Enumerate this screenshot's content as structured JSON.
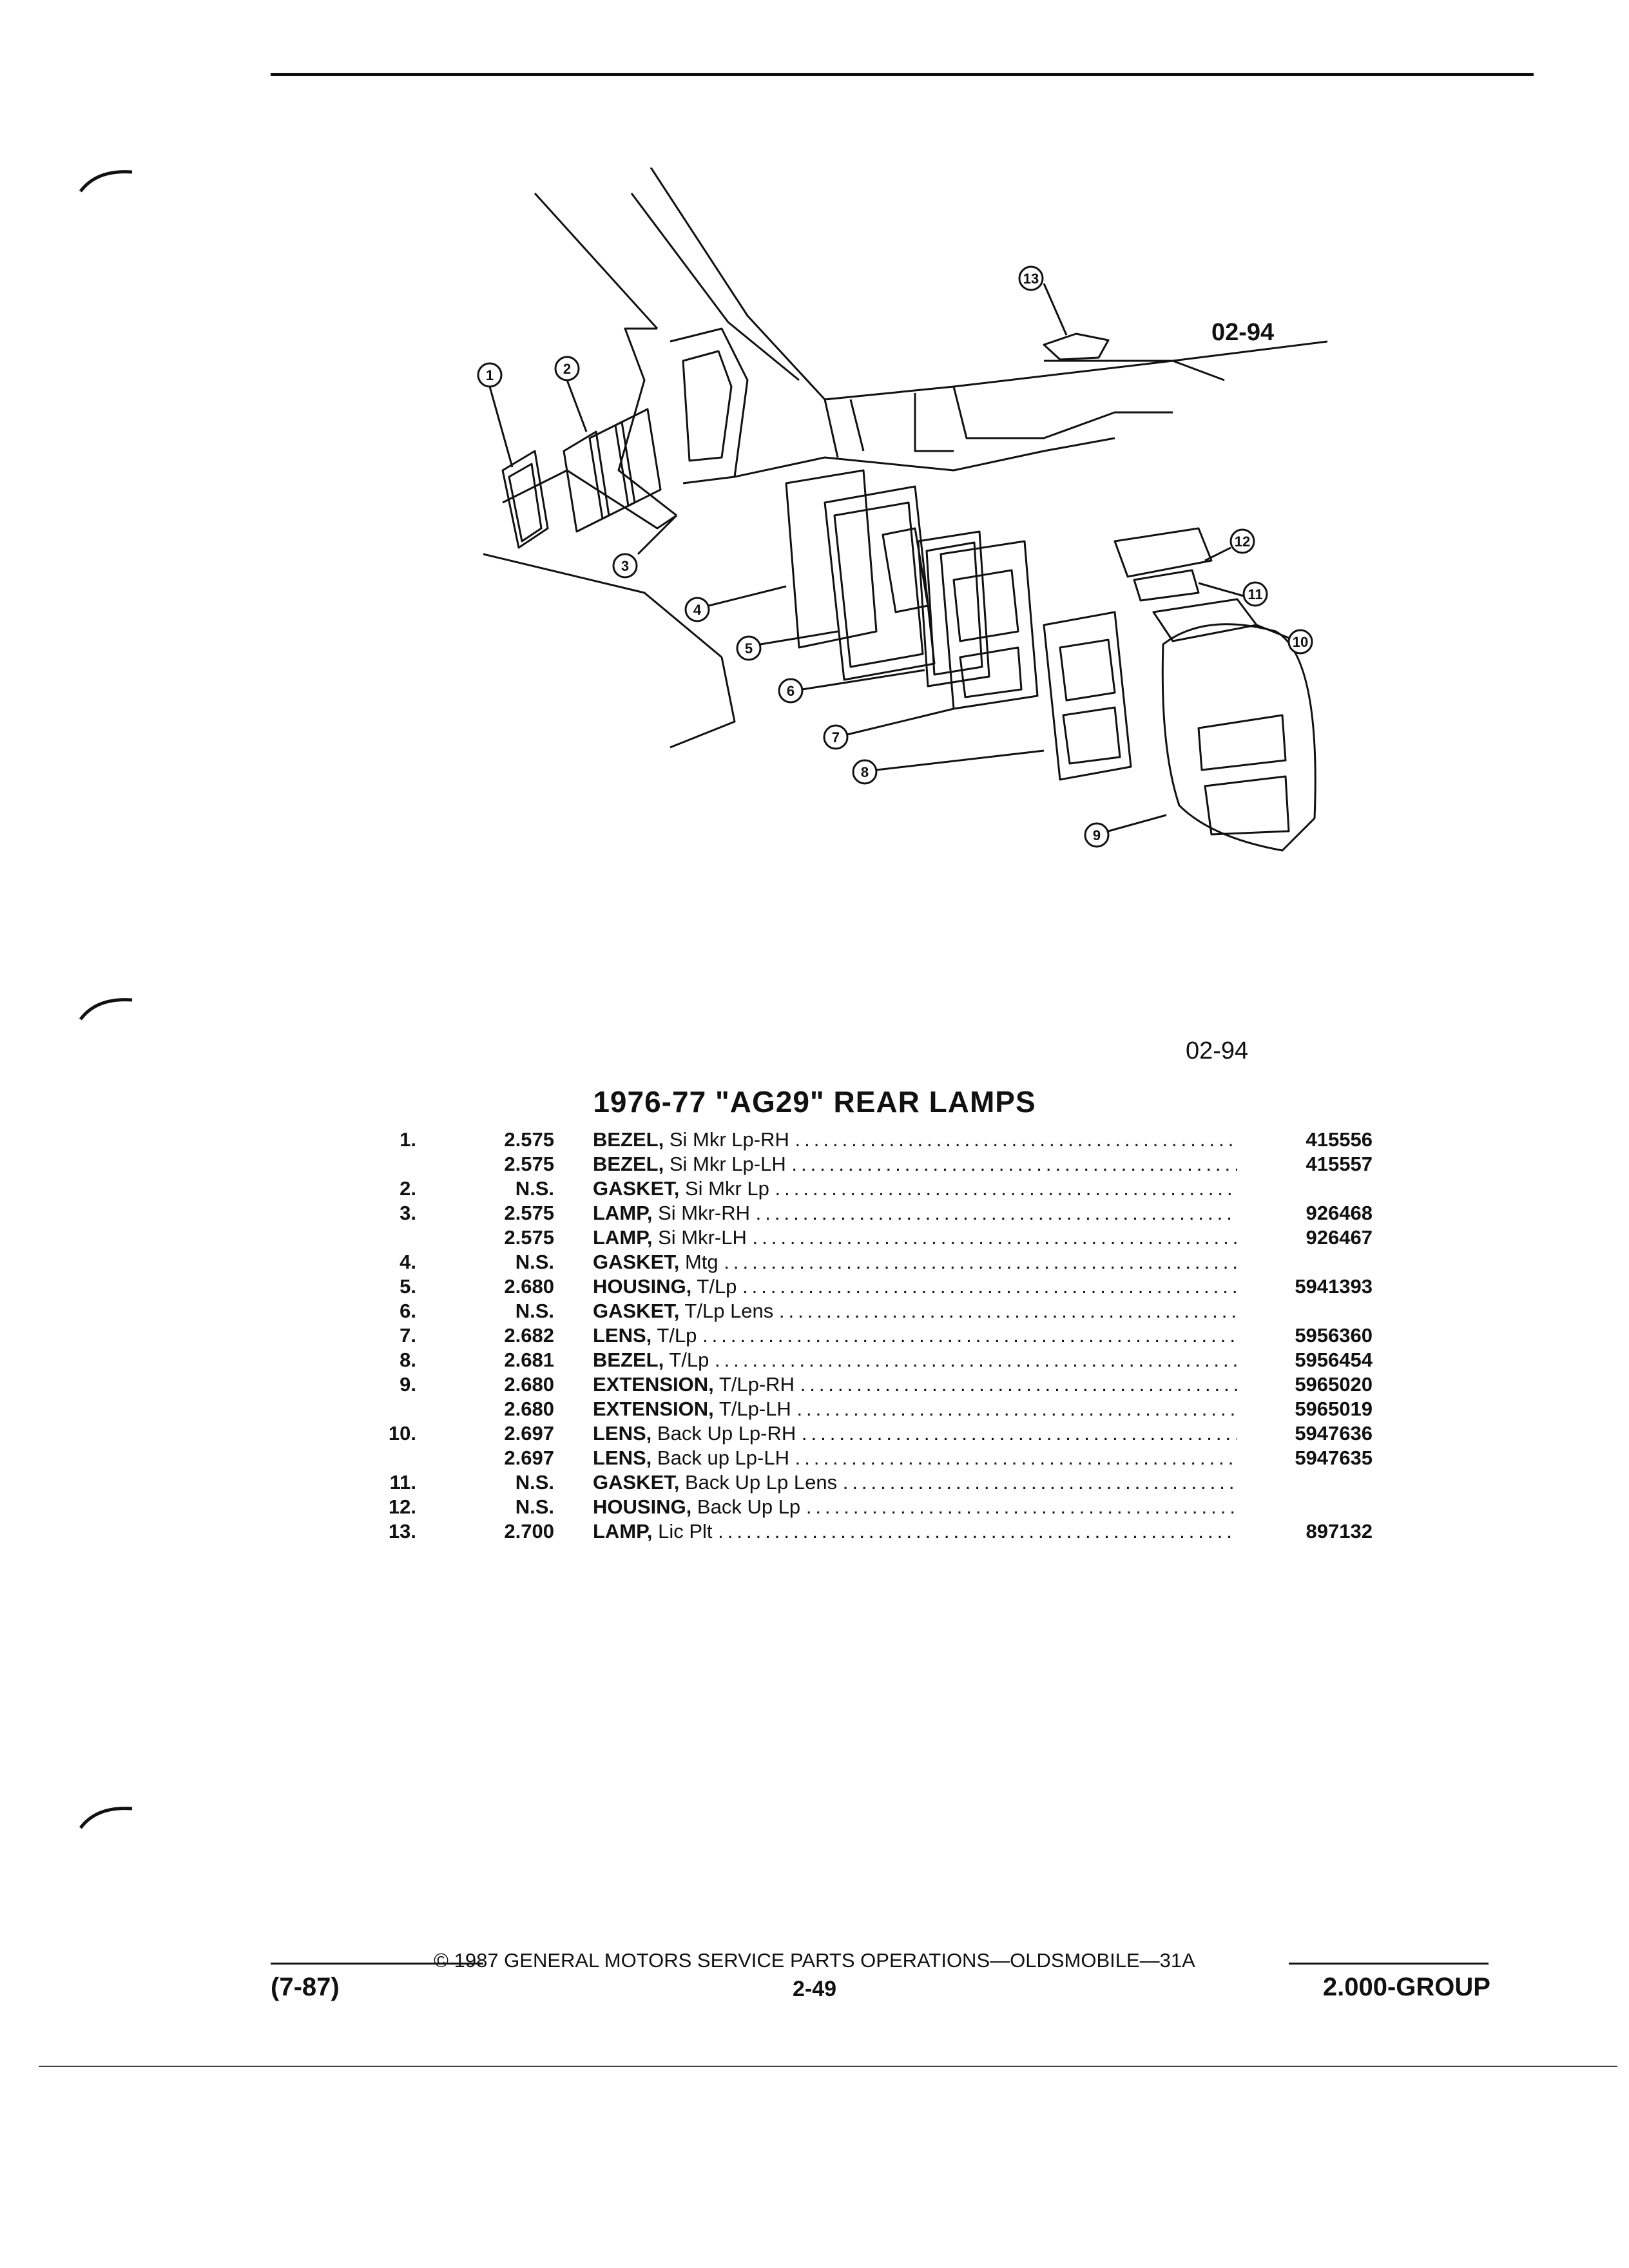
{
  "figure": {
    "code_top": "02-94",
    "code_bottom": "02-94",
    "callouts": [
      "1",
      "2",
      "3",
      "4",
      "5",
      "6",
      "7",
      "8",
      "9",
      "10",
      "11",
      "12",
      "13"
    ]
  },
  "section_title": "1976-77 \"AG29\" REAR LAMPS",
  "parts": [
    {
      "item": "1.",
      "group": "2.575",
      "name": "BEZEL,",
      "spec": "Si Mkr Lp-RH",
      "part_no": "415556"
    },
    {
      "item": "",
      "group": "2.575",
      "name": "BEZEL,",
      "spec": "Si Mkr Lp-LH",
      "part_no": "415557"
    },
    {
      "item": "2.",
      "group": "N.S.",
      "name": "GASKET,",
      "spec": "Si Mkr Lp",
      "part_no": ""
    },
    {
      "item": "3.",
      "group": "2.575",
      "name": "LAMP,",
      "spec": "Si Mkr-RH",
      "part_no": "926468"
    },
    {
      "item": "",
      "group": "2.575",
      "name": "LAMP,",
      "spec": "Si Mkr-LH",
      "part_no": "926467"
    },
    {
      "item": "4.",
      "group": "N.S.",
      "name": "GASKET,",
      "spec": "Mtg",
      "part_no": ""
    },
    {
      "item": "5.",
      "group": "2.680",
      "name": "HOUSING,",
      "spec": "T/Lp",
      "part_no": "5941393"
    },
    {
      "item": "6.",
      "group": "N.S.",
      "name": "GASKET,",
      "spec": "T/Lp Lens",
      "part_no": ""
    },
    {
      "item": "7.",
      "group": "2.682",
      "name": "LENS,",
      "spec": "T/Lp",
      "part_no": "5956360"
    },
    {
      "item": "8.",
      "group": "2.681",
      "name": "BEZEL,",
      "spec": "T/Lp",
      "part_no": "5956454"
    },
    {
      "item": "9.",
      "group": "2.680",
      "name": "EXTENSION,",
      "spec": "T/Lp-RH",
      "part_no": "5965020"
    },
    {
      "item": "",
      "group": "2.680",
      "name": "EXTENSION,",
      "spec": "T/Lp-LH",
      "part_no": "5965019"
    },
    {
      "item": "10.",
      "group": "2.697",
      "name": "LENS,",
      "spec": "Back Up Lp-RH",
      "part_no": "5947636"
    },
    {
      "item": "",
      "group": "2.697",
      "name": "LENS,",
      "spec": "Back up Lp-LH",
      "part_no": "5947635"
    },
    {
      "item": "11.",
      "group": "N.S.",
      "name": "GASKET,",
      "spec": "Back Up Lp Lens",
      "part_no": ""
    },
    {
      "item": "12.",
      "group": "N.S.",
      "name": "HOUSING,",
      "spec": "Back Up Lp",
      "part_no": ""
    },
    {
      "item": "13.",
      "group": "2.700",
      "name": "LAMP,",
      "spec": "Lic Plt",
      "part_no": "897132"
    }
  ],
  "footer": {
    "copyright": "© 1987 GENERAL MOTORS SERVICE PARTS OPERATIONS—OLDSMOBILE—31A",
    "page": "2-49",
    "revision": "(7-87)",
    "group": "2.000-GROUP"
  }
}
